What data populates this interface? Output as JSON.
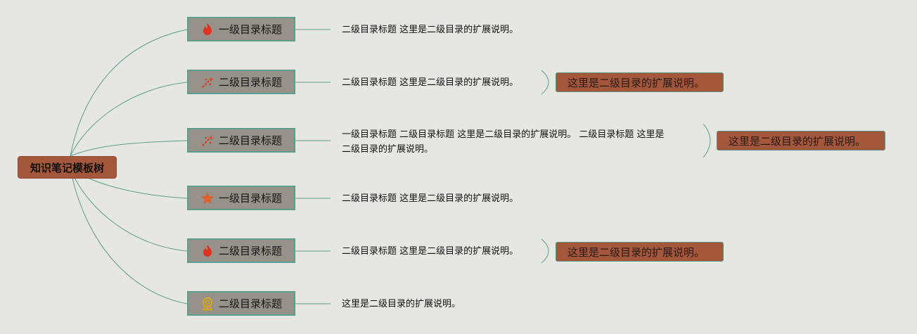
{
  "root": {
    "label": "知识笔记模板树"
  },
  "branches": [
    {
      "label": "一级目录标题",
      "icon": "fire-icon",
      "desc": "二级目录标题 这里是二级目录的扩展说明。",
      "note": ""
    },
    {
      "label": "二级目录标题",
      "icon": "magic-wand-icon",
      "desc": "二级目录标题 这里是二级目录的扩展说明。",
      "note": "这里是二级目录的扩展说明。"
    },
    {
      "label": "二级目录标题",
      "icon": "magic-wand-icon",
      "desc_line1": "一级目录标题 二级目录标题 这里是二级目录的扩展说明。 二级目录标题 这里是",
      "desc_line2": "二级目录的扩展说明。",
      "note": "这里是二级目录的扩展说明。"
    },
    {
      "label": "一级目录标题",
      "icon": "star-icon",
      "desc": "二级目录标题 这里是二级目录的扩展说明。",
      "note": ""
    },
    {
      "label": "二级目录标题",
      "icon": "fire-icon",
      "desc": "二级目录标题 这里是二级目录的扩展说明。",
      "note": "这里是二级目录的扩展说明。"
    },
    {
      "label": "二级目录标题",
      "icon": "award-ribbon-icon",
      "desc": "这里是二级目录的扩展说明。",
      "note": ""
    }
  ],
  "colors": {
    "background": "#e6e7e3",
    "root_fill": "#a5573b",
    "branch_fill": "#969189",
    "branch_border": "#5d9e8e",
    "connector": "#5d9e8e",
    "fire": "#e0331f",
    "star": "#e0602a",
    "award": "#d9a520"
  }
}
